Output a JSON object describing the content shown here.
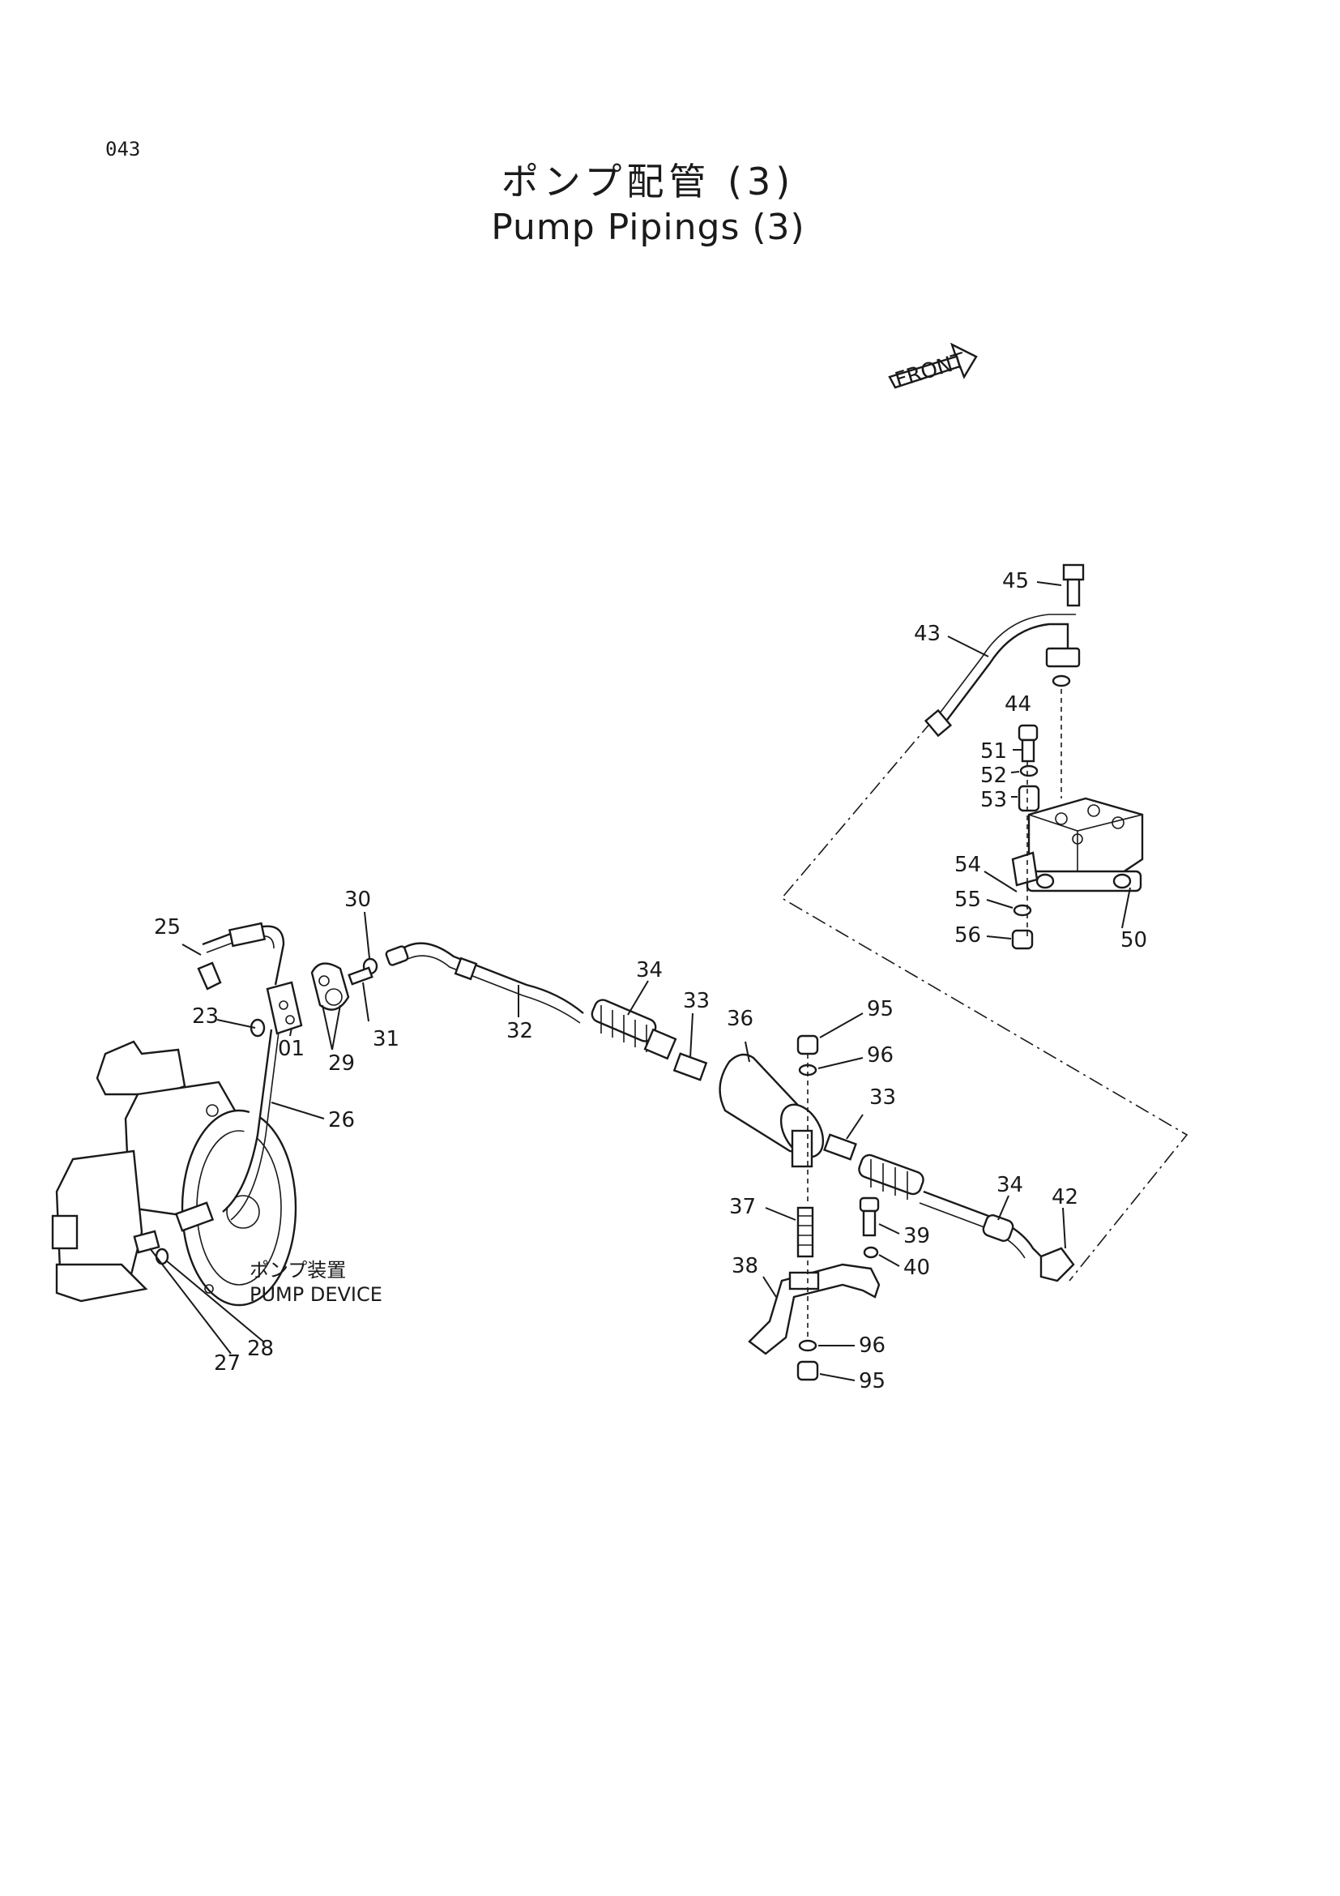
{
  "page_number": "043",
  "title_jp": "ポンプ配管 (3)",
  "title_en": "Pump Pipings (3)",
  "front_label": "FRONT",
  "caption_jp": "ポンプ装置",
  "caption_en": "PUMP DEVICE",
  "callouts": [
    "45",
    "43",
    "44",
    "51",
    "52",
    "53",
    "54",
    "55",
    "56",
    "50",
    "30",
    "25",
    "34",
    "33",
    "36",
    "95",
    "96",
    "23",
    "01",
    "29",
    "31",
    "32",
    "26",
    "33",
    "34",
    "42",
    "37",
    "39",
    "40",
    "38",
    "96",
    "95",
    "27",
    "28"
  ]
}
